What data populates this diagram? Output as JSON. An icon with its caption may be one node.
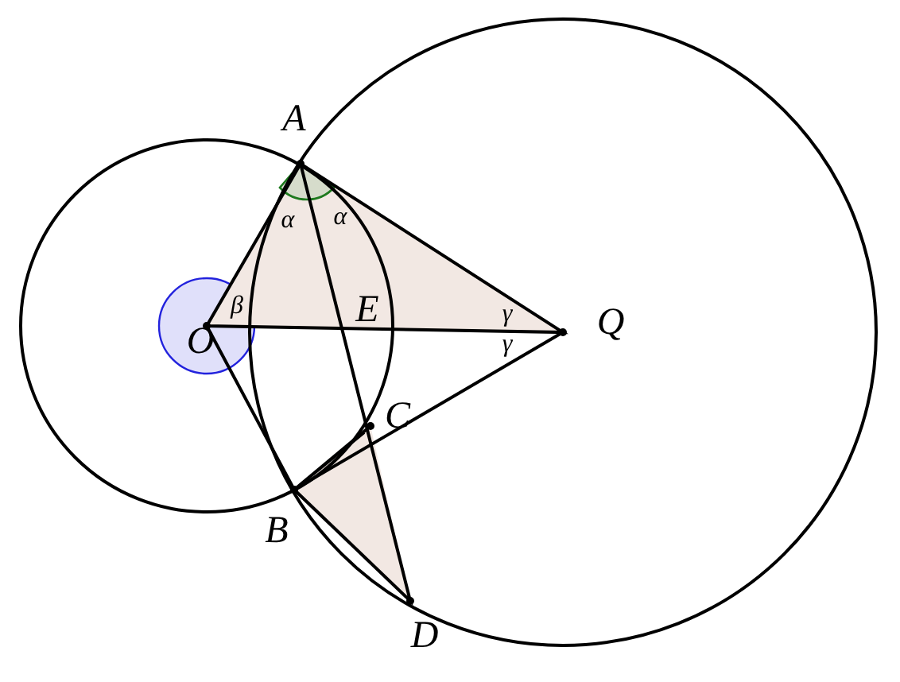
{
  "diagram": {
    "labels": [
      "A",
      "α",
      "α",
      "β",
      "E",
      "γ",
      "Q",
      "O",
      "γ",
      "C",
      "B",
      "D"
    ]
  }
}
